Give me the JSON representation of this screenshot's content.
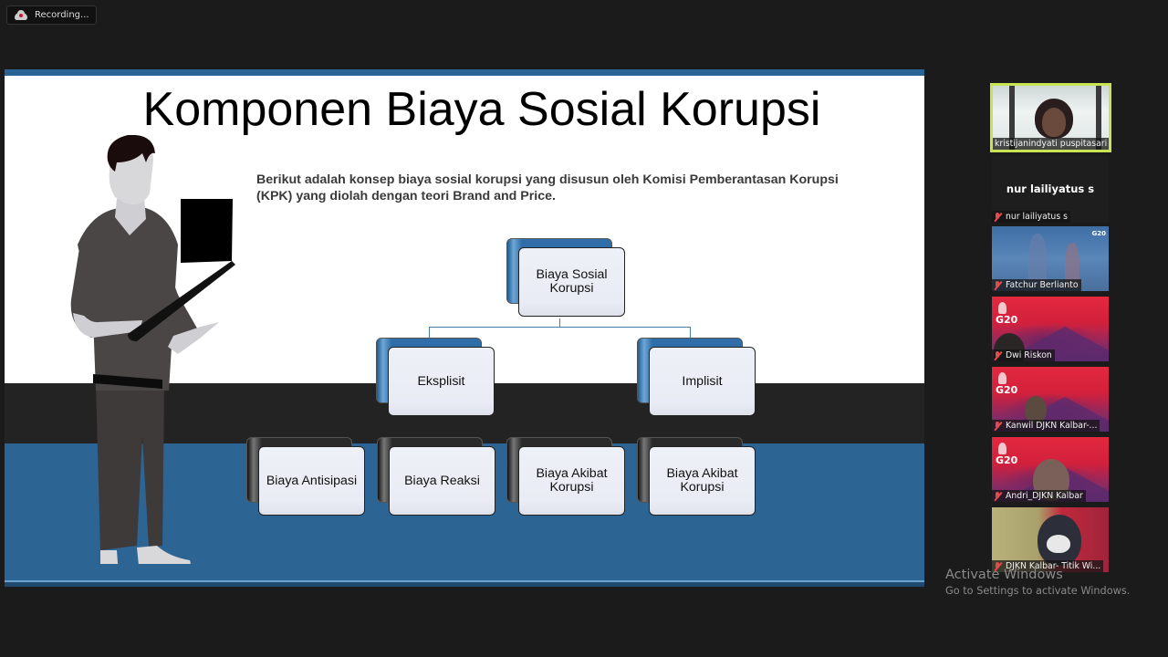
{
  "recording": {
    "label": "Recording...",
    "icon": "cloud-record-icon",
    "dot_color": "#d0142c"
  },
  "slide": {
    "title": "Komponen Biaya Sosial Korupsi",
    "intro": "Berikut adalah konsep biaya sosial korupsi yang disusun oleh Komisi Pemberantasan Korupsi (KPK) yang diolah dengan teori Brand and Price.",
    "colors": {
      "top_bar": "#2a6496",
      "dark_band": "#232323",
      "blue_band": "#2c6494"
    },
    "org_chart": {
      "root": {
        "label": "Biaya Sosial Korupsi"
      },
      "level1": [
        {
          "label": "Eksplisit"
        },
        {
          "label": "Implisit"
        }
      ],
      "level2": [
        {
          "label": "Biaya Antisipasi"
        },
        {
          "label": "Biaya Reaksi"
        },
        {
          "label": "Biaya Akibat Korupsi"
        },
        {
          "label": "Biaya Akibat Korupsi"
        }
      ]
    }
  },
  "participants": [
    {
      "name": "kristijanindyati puspitasari",
      "active_speaker": true,
      "video": true
    },
    {
      "name": "nur lailiyatus s",
      "display_name": "nur lailiyatus s",
      "muted": true,
      "video": false
    },
    {
      "name": "Fatchur Berlianto",
      "muted": true,
      "video": true
    },
    {
      "name": "Dwi Riskon",
      "muted": true,
      "video": true
    },
    {
      "name": "Kanwil DJKN Kalbar-...",
      "muted": true,
      "video": true
    },
    {
      "name": "Andri_DJKN Kalbar",
      "muted": true,
      "video": true
    },
    {
      "name": "DJKN Kalbar- Titik Wi...",
      "muted": true,
      "video": true
    }
  ],
  "watermark": {
    "title": "Activate Windows",
    "subtitle": "Go to Settings to activate Windows."
  },
  "active_speaker_border_color": "#c8e454",
  "g20_label": "G20"
}
